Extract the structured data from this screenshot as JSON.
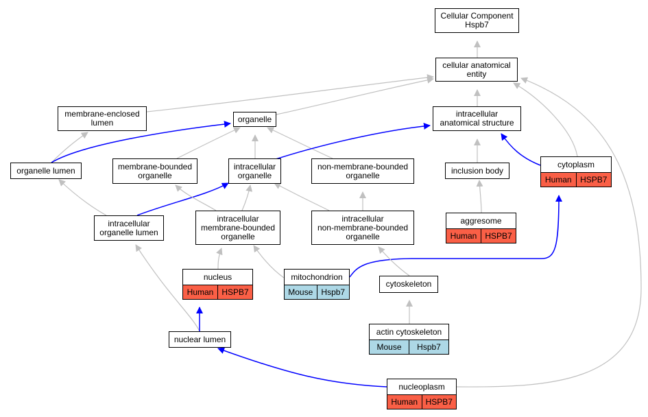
{
  "colors": {
    "grey_edge": "#c0c0c0",
    "blue_edge": "#0000ff",
    "human": "#fa5f46",
    "mouse": "#add8e6"
  },
  "nodes": {
    "root": {
      "label": "Cellular Component\nHspb7"
    },
    "cae": {
      "label": "cellular anatomical\nentity"
    },
    "mel": {
      "label": "membrane-enclosed\nlumen"
    },
    "organelle": {
      "label": "organelle"
    },
    "ias": {
      "label": "intracellular\nanatomical structure"
    },
    "orglumen": {
      "label": "organelle lumen"
    },
    "mbo": {
      "label": "membrane-bounded\norganelle"
    },
    "io": {
      "label": "intracellular\norganelle"
    },
    "nmbo": {
      "label": "non-membrane-bounded\norganelle"
    },
    "incl": {
      "label": "inclusion body"
    },
    "cytoplasm": {
      "label": "cytoplasm",
      "species": "Human",
      "gene": "HSPB7"
    },
    "iol": {
      "label": "intracellular\norganelle lumen"
    },
    "imbo": {
      "label": "intracellular\nmembrane-bounded\norganelle"
    },
    "inmbo": {
      "label": "intracellular\nnon-membrane-bounded\norganelle"
    },
    "aggresome": {
      "label": "aggresome",
      "species": "Human",
      "gene": "HSPB7"
    },
    "nucleus": {
      "label": "nucleus",
      "species": "Human",
      "gene": "HSPB7"
    },
    "mito": {
      "label": "mitochondrion",
      "species": "Mouse",
      "gene": "Hspb7"
    },
    "cytoskeleton": {
      "label": "cytoskeleton"
    },
    "nuclumen": {
      "label": "nuclear lumen"
    },
    "actin": {
      "label": "actin cytoskeleton",
      "species": "Mouse",
      "gene": "Hspb7"
    },
    "nucleoplasm": {
      "label": "nucleoplasm",
      "species": "Human",
      "gene": "HSPB7"
    }
  },
  "edges": [
    {
      "from": "cae",
      "to": "root",
      "color": "grey"
    },
    {
      "from": "mel",
      "to": "cae",
      "color": "grey"
    },
    {
      "from": "organelle",
      "to": "cae",
      "color": "grey"
    },
    {
      "from": "ias",
      "to": "cae",
      "color": "grey"
    },
    {
      "from": "cytoplasm",
      "to": "cae",
      "color": "grey"
    },
    {
      "from": "nucleoplasm",
      "to": "cae",
      "color": "grey"
    },
    {
      "from": "orglumen",
      "to": "mel",
      "color": "grey"
    },
    {
      "from": "orglumen",
      "to": "organelle",
      "color": "blue"
    },
    {
      "from": "mbo",
      "to": "organelle",
      "color": "grey"
    },
    {
      "from": "io",
      "to": "organelle",
      "color": "grey"
    },
    {
      "from": "nmbo",
      "to": "organelle",
      "color": "grey"
    },
    {
      "from": "io",
      "to": "ias",
      "color": "blue"
    },
    {
      "from": "incl",
      "to": "ias",
      "color": "grey"
    },
    {
      "from": "cytoplasm",
      "to": "ias",
      "color": "blue"
    },
    {
      "from": "iol",
      "to": "orglumen",
      "color": "grey"
    },
    {
      "from": "iol",
      "to": "io",
      "color": "blue"
    },
    {
      "from": "imbo",
      "to": "mbo",
      "color": "grey"
    },
    {
      "from": "imbo",
      "to": "io",
      "color": "grey"
    },
    {
      "from": "inmbo",
      "to": "io",
      "color": "grey"
    },
    {
      "from": "inmbo",
      "to": "nmbo",
      "color": "grey"
    },
    {
      "from": "aggresome",
      "to": "incl",
      "color": "grey"
    },
    {
      "from": "nucleus",
      "to": "imbo",
      "color": "grey"
    },
    {
      "from": "mito",
      "to": "imbo",
      "color": "grey"
    },
    {
      "from": "mito",
      "to": "cytoplasm",
      "color": "blue"
    },
    {
      "from": "cytoskeleton",
      "to": "inmbo",
      "color": "grey"
    },
    {
      "from": "nuclumen",
      "to": "iol",
      "color": "grey"
    },
    {
      "from": "nuclumen",
      "to": "nucleus",
      "color": "blue"
    },
    {
      "from": "actin",
      "to": "cytoskeleton",
      "color": "grey"
    },
    {
      "from": "nucleoplasm",
      "to": "nuclumen",
      "color": "blue"
    }
  ]
}
